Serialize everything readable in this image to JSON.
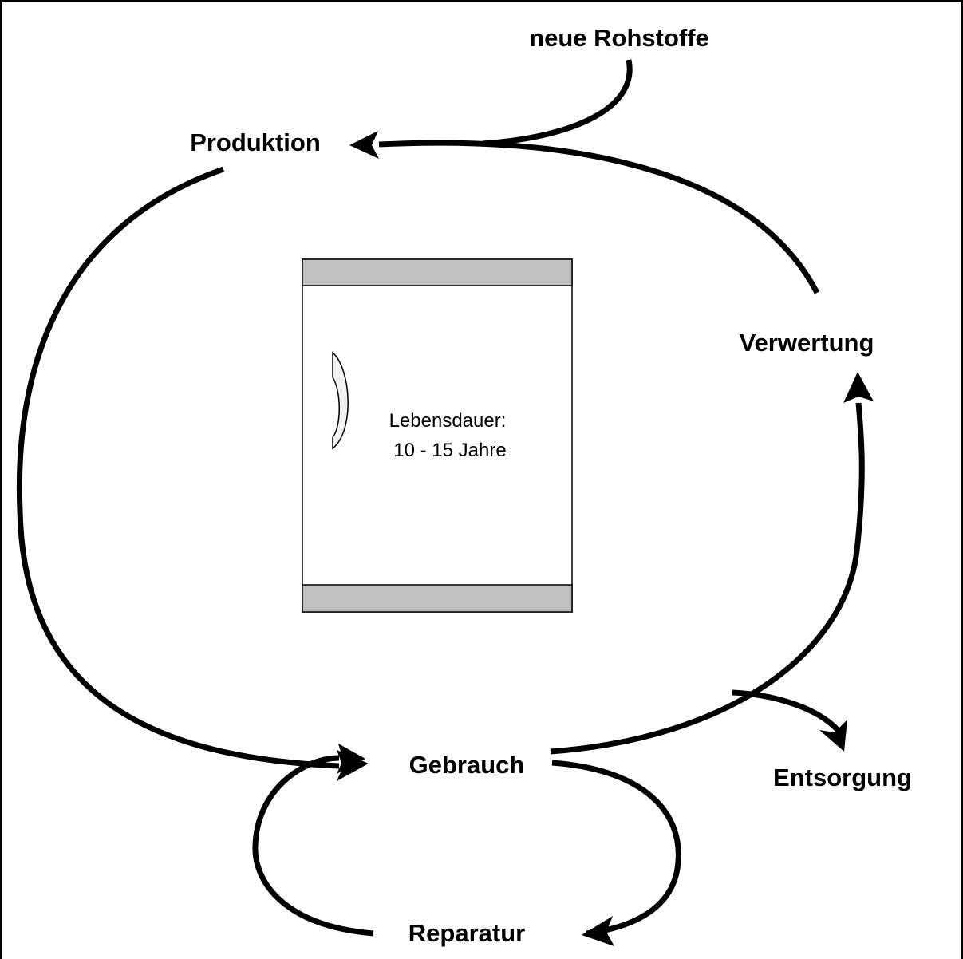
{
  "labels": {
    "neue_rohstoffe": "neue Rohstoffe",
    "produktion": "Produktion",
    "verwertung": "Verwertung",
    "gebrauch": "Gebrauch",
    "entsorgung": "Entsorgung",
    "reparatur": "Reparatur"
  },
  "appliance": {
    "line1": "Lebensdauer:",
    "line2": "10 - 15 Jahre"
  },
  "colors": {
    "stroke": "#000000",
    "bar_fill": "#c0c0c0",
    "handle_fill": "#f2f2f2",
    "background": "#ffffff"
  }
}
